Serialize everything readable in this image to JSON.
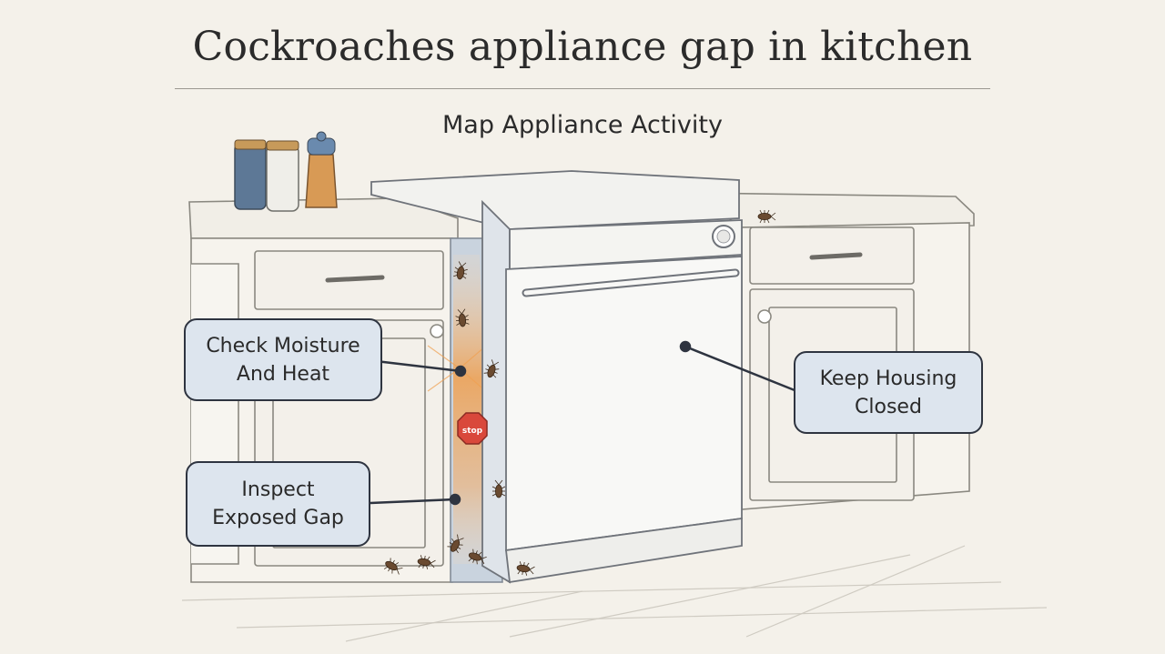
{
  "header": {
    "title": "Cockroaches appliance gap in kitchen",
    "subtitle": "Map Appliance Activity"
  },
  "callouts": {
    "moisture": "Check Moisture\nAnd Heat",
    "gap": "Inspect\nExposed Gap",
    "housing": "Keep Housing\nClosed"
  },
  "stop_sign": {
    "text": "stop"
  },
  "colors": {
    "background": "#f4f1ea",
    "callout_fill": "#dde5ee",
    "outline": "#2e3440",
    "gap_glow": "#f0a050",
    "stop_red": "#d9483b"
  },
  "icons": [
    "spice-jar-icon",
    "cockroach-icon",
    "stop-sign-icon",
    "appliance-knob-icon"
  ]
}
